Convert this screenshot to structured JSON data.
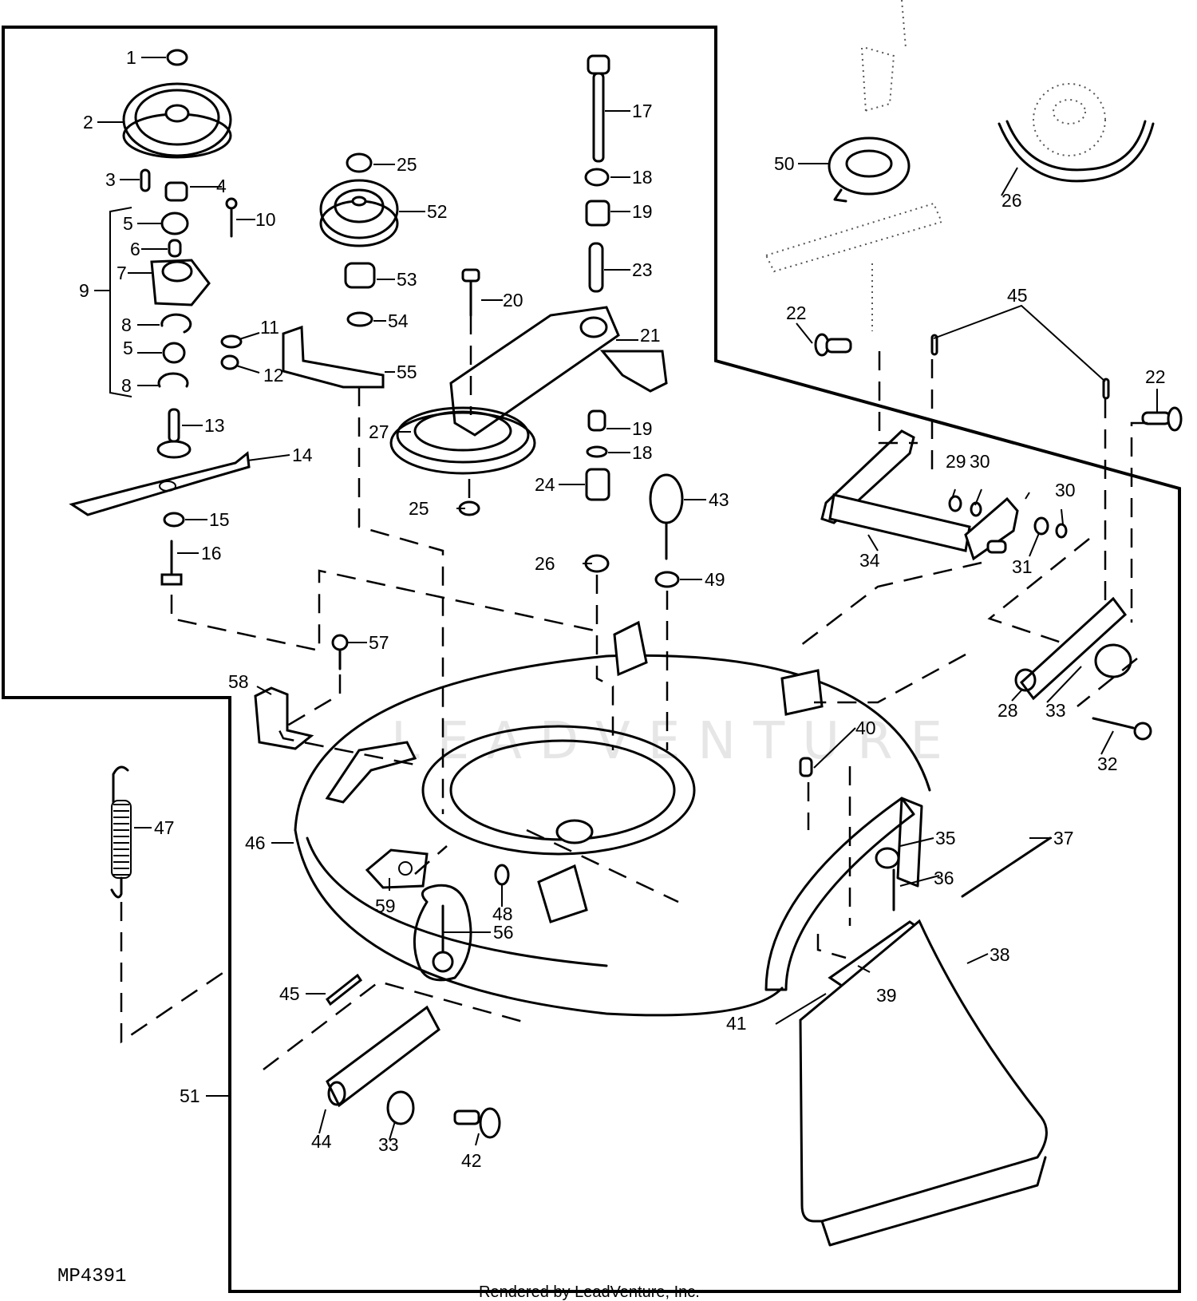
{
  "diagram": {
    "figure_id": "MP4391",
    "credit": "Rendered by LeadVenture, Inc.",
    "watermark": "LEADVENTURE",
    "colors": {
      "ink": "#000000",
      "paper": "#ffffff",
      "watermark": "#e6e6e6"
    },
    "callouts": [
      {
        "id": "c1",
        "label": "1"
      },
      {
        "id": "c2",
        "label": "2"
      },
      {
        "id": "c3",
        "label": "3"
      },
      {
        "id": "c4",
        "label": "4"
      },
      {
        "id": "c5a",
        "label": "5"
      },
      {
        "id": "c5b",
        "label": "5"
      },
      {
        "id": "c6",
        "label": "6"
      },
      {
        "id": "c7",
        "label": "7"
      },
      {
        "id": "c8a",
        "label": "8"
      },
      {
        "id": "c8b",
        "label": "8"
      },
      {
        "id": "c9",
        "label": "9"
      },
      {
        "id": "c10",
        "label": "10"
      },
      {
        "id": "c11",
        "label": "11"
      },
      {
        "id": "c12",
        "label": "12"
      },
      {
        "id": "c13",
        "label": "13"
      },
      {
        "id": "c14",
        "label": "14"
      },
      {
        "id": "c15",
        "label": "15"
      },
      {
        "id": "c16",
        "label": "16"
      },
      {
        "id": "c17",
        "label": "17"
      },
      {
        "id": "c18a",
        "label": "18"
      },
      {
        "id": "c18b",
        "label": "18"
      },
      {
        "id": "c19a",
        "label": "19"
      },
      {
        "id": "c19b",
        "label": "19"
      },
      {
        "id": "c20",
        "label": "20"
      },
      {
        "id": "c21",
        "label": "21"
      },
      {
        "id": "c22a",
        "label": "22"
      },
      {
        "id": "c22b",
        "label": "22"
      },
      {
        "id": "c23",
        "label": "23"
      },
      {
        "id": "c24",
        "label": "24"
      },
      {
        "id": "c25a",
        "label": "25"
      },
      {
        "id": "c25b",
        "label": "25"
      },
      {
        "id": "c26a",
        "label": "26"
      },
      {
        "id": "c26b",
        "label": "26"
      },
      {
        "id": "c27",
        "label": "27"
      },
      {
        "id": "c28",
        "label": "28"
      },
      {
        "id": "c29",
        "label": "29"
      },
      {
        "id": "c30a",
        "label": "30"
      },
      {
        "id": "c30b",
        "label": "30"
      },
      {
        "id": "c31",
        "label": "31"
      },
      {
        "id": "c32",
        "label": "32"
      },
      {
        "id": "c33a",
        "label": "33"
      },
      {
        "id": "c33b",
        "label": "33"
      },
      {
        "id": "c34",
        "label": "34"
      },
      {
        "id": "c35",
        "label": "35"
      },
      {
        "id": "c36",
        "label": "36"
      },
      {
        "id": "c37",
        "label": "37"
      },
      {
        "id": "c38",
        "label": "38"
      },
      {
        "id": "c39",
        "label": "39"
      },
      {
        "id": "c40",
        "label": "40"
      },
      {
        "id": "c41",
        "label": "41"
      },
      {
        "id": "c42",
        "label": "42"
      },
      {
        "id": "c43",
        "label": "43"
      },
      {
        "id": "c44",
        "label": "44"
      },
      {
        "id": "c45a",
        "label": "45"
      },
      {
        "id": "c45b",
        "label": "45"
      },
      {
        "id": "c46",
        "label": "46"
      },
      {
        "id": "c47",
        "label": "47"
      },
      {
        "id": "c48",
        "label": "48"
      },
      {
        "id": "c49",
        "label": "49"
      },
      {
        "id": "c50",
        "label": "50"
      },
      {
        "id": "c51",
        "label": "51"
      },
      {
        "id": "c52",
        "label": "52"
      },
      {
        "id": "c53",
        "label": "53"
      },
      {
        "id": "c54",
        "label": "54"
      },
      {
        "id": "c55",
        "label": "55"
      },
      {
        "id": "c56",
        "label": "56"
      },
      {
        "id": "c57",
        "label": "57"
      },
      {
        "id": "c58",
        "label": "58"
      },
      {
        "id": "c59",
        "label": "59"
      }
    ]
  }
}
